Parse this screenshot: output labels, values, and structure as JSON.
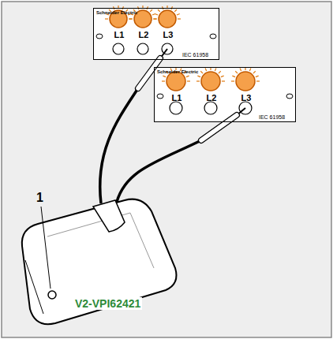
{
  "diagram": {
    "nodes": [
      {
        "text": [
          "Schneider Electric",
          "L1",
          "L2",
          "L3",
          "IEC 61958"
        ]
      },
      {
        "text": [
          "Schneider Electric",
          "L1",
          "L2",
          "L3",
          "IEC 61958"
        ]
      }
    ],
    "labels": [
      "1",
      "V2-VPI62421"
    ]
  }
}
